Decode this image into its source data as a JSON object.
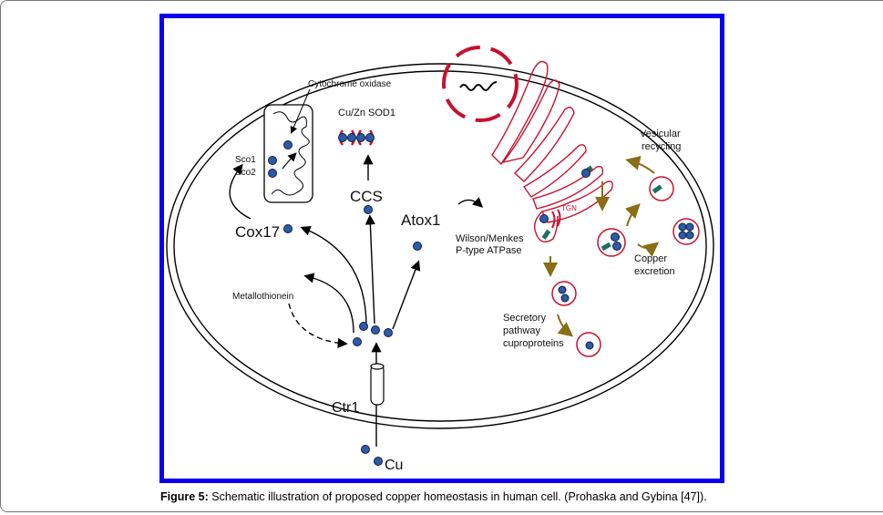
{
  "figure": {
    "caption_label": "Figure 5:",
    "caption_text": " Schematic illustration of proposed copper homeostasis in human cell. (Prohaska and Gybina [47])."
  },
  "labels": {
    "cytochrome_oxidase": "Cytochrome oxidase",
    "sod1": "Cu/Zn SOD1",
    "sco1": "Sco1",
    "sco2": "Sco2",
    "ccs": "CCS",
    "cox17": "Cox17",
    "atox1": "Atox1",
    "wilson_menkes_1": "Wilson/Menkes",
    "wilson_menkes_2": "P-type ATPase",
    "tgn": "TGN",
    "vesicular_1": "Vesicular",
    "vesicular_2": "recycling",
    "copper_excretion_1": "Copper",
    "copper_excretion_2": "excretion",
    "secretory_1": "Secretory",
    "secretory_2": "pathway",
    "secretory_3": "cuproproteins",
    "metallothionein": "Metallothionein",
    "ctr1": "Ctr1",
    "cu": "Cu"
  },
  "colors": {
    "frame": "#0a00f0",
    "copper_ion": "#2e5aa8",
    "organelle_red": "#c8102e",
    "pathway_arrow": "#8a6d14",
    "atpase_teal": "#1f6f5c"
  }
}
